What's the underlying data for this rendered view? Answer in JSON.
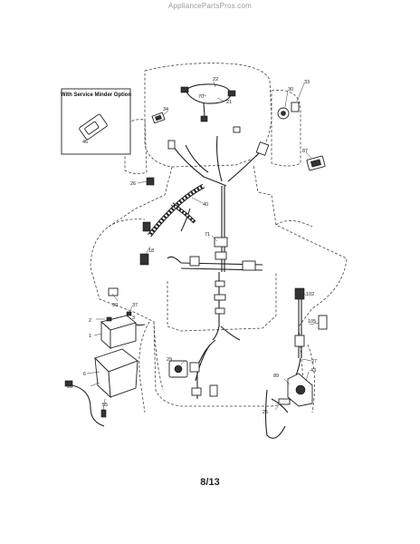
{
  "header": {
    "site": "AppliancePartsPros.com"
  },
  "inset": {
    "title": "With Service Minder Option",
    "callout": "46"
  },
  "callouts": [
    {
      "id": "c22",
      "label": "22"
    },
    {
      "id": "c70",
      "label": "70"
    },
    {
      "id": "c21",
      "label": "21"
    },
    {
      "id": "c30",
      "label": "30"
    },
    {
      "id": "c33",
      "label": "33"
    },
    {
      "id": "c34",
      "label": "34"
    },
    {
      "id": "c87",
      "label": "87"
    },
    {
      "id": "c26",
      "label": "26"
    },
    {
      "id": "c40",
      "label": "40"
    },
    {
      "id": "c18",
      "label": "18"
    },
    {
      "id": "c71",
      "label": "71"
    },
    {
      "id": "c90",
      "label": "90"
    },
    {
      "id": "c2",
      "label": "2"
    },
    {
      "id": "c37",
      "label": "37"
    },
    {
      "id": "c3",
      "label": "3"
    },
    {
      "id": "c1",
      "label": "1"
    },
    {
      "id": "c6",
      "label": "6"
    },
    {
      "id": "c28",
      "label": "28"
    },
    {
      "id": "c55",
      "label": "55"
    },
    {
      "id": "c29",
      "label": "29"
    },
    {
      "id": "c102",
      "label": "102"
    },
    {
      "id": "c105",
      "label": "105"
    },
    {
      "id": "c27",
      "label": "27"
    },
    {
      "id": "c89",
      "label": "89"
    },
    {
      "id": "c43",
      "label": "43"
    },
    {
      "id": "c25",
      "label": "25"
    }
  ],
  "footer": {
    "page": "8/13"
  }
}
